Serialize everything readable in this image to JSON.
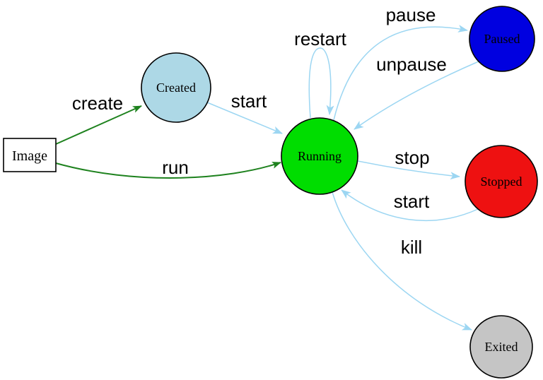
{
  "colors": {
    "background": "#FFFFFF",
    "edge_green": "#1E821E",
    "edge_blue": "#9CD6F2",
    "node_border": "#000000",
    "image_border": "#2222DD",
    "label_color": "#000000"
  },
  "nodes": {
    "image": {
      "label": "Image",
      "shape": "rect",
      "fill": "#FFFFFF"
    },
    "created": {
      "label": "Created",
      "shape": "circle",
      "fill": "#ADD8E6"
    },
    "running": {
      "label": "Running",
      "shape": "circle",
      "fill": "#00DD00"
    },
    "paused": {
      "label": "Paused",
      "shape": "circle",
      "fill": "#0000E0"
    },
    "stopped": {
      "label": "Stopped",
      "shape": "circle",
      "fill": "#EE1111"
    },
    "exited": {
      "label": "Exited",
      "shape": "circle",
      "fill": "#C5C5C5"
    }
  },
  "edges": {
    "create": {
      "label": "create",
      "from": "image",
      "to": "created"
    },
    "run": {
      "label": "run",
      "from": "image",
      "to": "running"
    },
    "start_created": {
      "label": "start",
      "from": "created",
      "to": "running"
    },
    "restart": {
      "label": "restart",
      "from": "running",
      "to": "running"
    },
    "pause": {
      "label": "pause",
      "from": "running",
      "to": "paused"
    },
    "unpause": {
      "label": "unpause",
      "from": "paused",
      "to": "running"
    },
    "stop": {
      "label": "stop",
      "from": "running",
      "to": "stopped"
    },
    "start_stopped": {
      "label": "start",
      "from": "stopped",
      "to": "running"
    },
    "kill": {
      "label": "kill",
      "from": "running",
      "to": "exited"
    }
  }
}
